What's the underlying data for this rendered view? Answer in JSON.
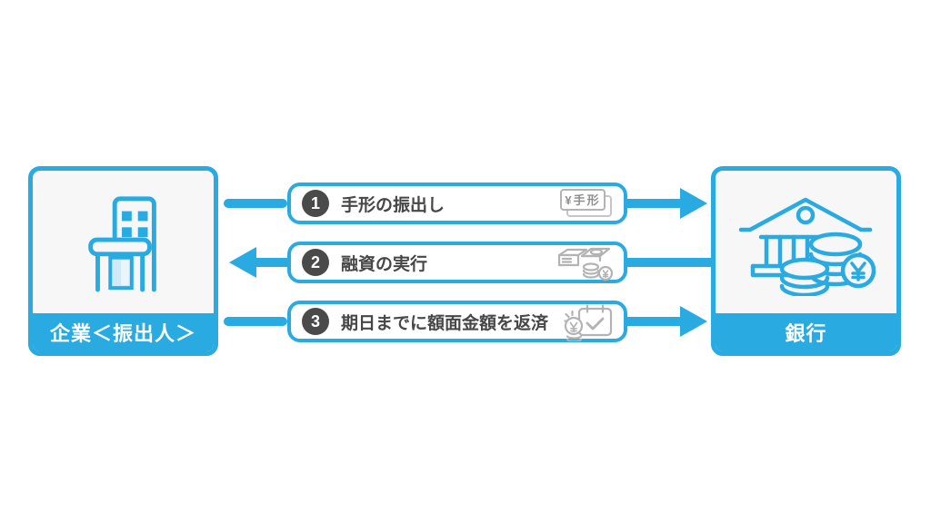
{
  "palette": {
    "accent_blue": "#29ABE2",
    "badge_dark": "#4A4A4B",
    "label_dark": "#474747",
    "icon_gray": "#B3B3B3",
    "card_bg": "#F7F7F8",
    "door_light_blue": "#CFE9F7"
  },
  "left_card": {
    "label": "企業＜振出人＞",
    "icon": "office-building-icon"
  },
  "right_card": {
    "label": "銀行",
    "icon": "bank-and-coins-icon"
  },
  "steps": [
    {
      "number": "1",
      "label": "手形の振出し",
      "icon": "promissory-note-icon",
      "icon_text": "¥手形",
      "direction": "company-to-bank"
    },
    {
      "number": "2",
      "label": "融資の実行",
      "icon": "banknotes-coins-icon",
      "direction": "bank-to-company"
    },
    {
      "number": "3",
      "label": "期日までに額面金額を返済",
      "icon": "calendar-check-coin-icon",
      "direction": "company-to-bank"
    }
  ]
}
